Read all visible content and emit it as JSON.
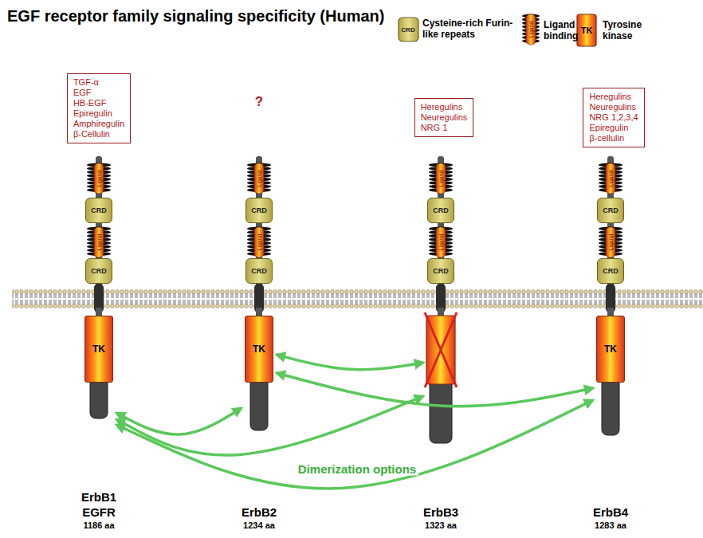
{
  "diagram": {
    "title": "EGF receptor family signaling specificity (Human)",
    "nodes": [
      {
        "text": [
          "TGF-α",
          "EGF",
          "HB-EGF",
          "Epiregulin",
          "Amphiregulin",
          "β-Cellulin"
        ]
      },
      {
        "text": [
          "Heregulins",
          "Neuregulins",
          "NRG 1"
        ]
      },
      {
        "text": [
          "Heregulins",
          "Neuregulins",
          "NRG 1,2,3,4",
          "Epiregulin",
          "β-cellulin"
        ]
      },
      {
        "text": [
          "ErbB1",
          "EGFR",
          "1186 aa"
        ]
      },
      {
        "text": [
          "Ligand"
        ],
        "in": 3
      },
      {
        "text": [
          "CRD"
        ],
        "in": 3
      },
      {
        "text": [
          "Ligand"
        ],
        "in": 3
      },
      {
        "text": [
          "CRD"
        ],
        "in": 3
      },
      {
        "text": [
          "TK"
        ],
        "in": 3
      },
      {
        "text": [
          "ErbB2",
          "1234 aa"
        ]
      },
      {
        "text": [
          "Ligand"
        ],
        "in": 9
      },
      {
        "text": [
          "CRD"
        ],
        "in": 9
      },
      {
        "text": [
          "Ligand"
        ],
        "in": 9
      },
      {
        "text": [
          "CRD"
        ],
        "in": 9
      },
      {
        "text": [
          "TK"
        ],
        "in": 9
      },
      {
        "text": [
          "ErbB3",
          "1323 aa"
        ]
      },
      {
        "text": [
          "Ligand"
        ],
        "in": 15
      },
      {
        "text": [
          "CRD"
        ],
        "in": 15
      },
      {
        "text": [
          "Ligand"
        ],
        "in": 15
      },
      {
        "text": [
          "CRD"
        ],
        "in": 15
      },
      {
        "text": [
          "ErbB4",
          "1283 aa"
        ]
      },
      {
        "text": [
          "Ligand"
        ],
        "in": 20
      },
      {
        "text": [
          "CRD"
        ],
        "in": 20
      },
      {
        "text": [
          "Ligand"
        ],
        "in": 20
      },
      {
        "text": [
          "CRD"
        ],
        "in": 20
      },
      {
        "text": [
          "TK"
        ],
        "in": 20
      }
    ],
    "edges": [
      {
        "from": 3,
        "to": 9,
        "arrow": "both"
      },
      {
        "from": 3,
        "to": 15,
        "arrow": "both"
      },
      {
        "from": 3,
        "to": 20,
        "arrow": "both"
      },
      {
        "from": 9,
        "to": 15,
        "arrow": "both"
      },
      {
        "from": 9,
        "to": 20,
        "arrow": "both"
      }
    ],
    "labels": [
      "?",
      "Dimerization options",
      "CRD",
      "Ligand",
      "TK"
    ],
    "legend": [
      {
        "text": "Cysteine-rich Furin-like repeats"
      },
      {
        "text": "Ligand binding"
      },
      {
        "text": "Tyrosine kinase"
      }
    ]
  }
}
